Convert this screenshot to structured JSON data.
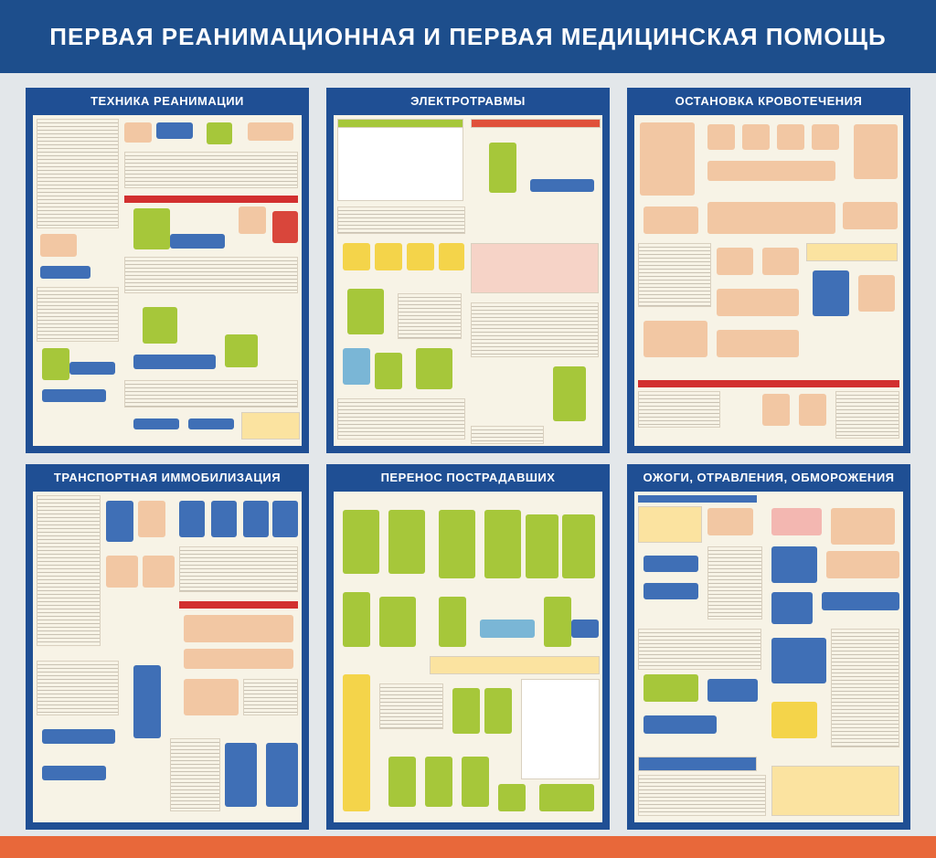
{
  "title": "ПЕРВАЯ РЕАНИМАЦИОННАЯ И ПЕРВАЯ МЕДИЦИНСКАЯ ПОМОЩЬ",
  "colors": {
    "header_bg": "#1d4e8c",
    "panel_frame": "#1f4f94",
    "panel_content": "#f7f3e6",
    "footer_stripe": "#e8683a",
    "accent_red": "#d22f2f",
    "figure_green": "#a6c73a",
    "figure_blue": "#3f6fb6"
  },
  "panels": [
    {
      "title": "ТЕХНИКА РЕАНИМАЦИИ"
    },
    {
      "title": "ЭЛЕКТРОТРАВМЫ"
    },
    {
      "title": "ОСТАНОВКА КРОВОТЕЧЕНИЯ"
    },
    {
      "title": "ТРАНСПОРТНАЯ ИММОБИЛИЗАЦИЯ"
    },
    {
      "title": "ПЕРЕНОС ПОСТРАДАВШИХ"
    },
    {
      "title": "ОЖОГИ, ОТРАВЛЕНИЯ, ОБМОРОЖЕНИЯ"
    }
  ]
}
